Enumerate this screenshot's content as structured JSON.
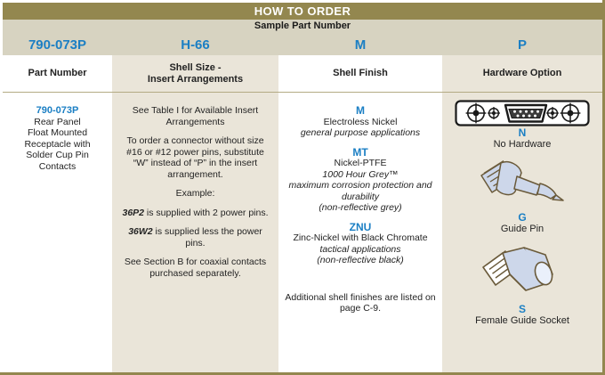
{
  "header": {
    "title": "HOW TO ORDER",
    "sample_label": "Sample Part Number",
    "sample_values": [
      "790-073P",
      "H-66",
      "M",
      "P"
    ],
    "bar_color": "#93874f",
    "band_color": "#d7d3c1",
    "accent_blue": "#1b7fc4"
  },
  "columns": [
    {
      "heading": "Part Number"
    },
    {
      "heading": "Shell Size -\nInsert Arrangements",
      "heading_line1": "Shell Size -",
      "heading_line2": "Insert Arrangements"
    },
    {
      "heading": "Shell Finish"
    },
    {
      "heading": "Hardware Option"
    }
  ],
  "part_number": {
    "code": "790-073P",
    "description_lines": [
      "Rear Panel",
      "Float Mounted",
      "Receptacle with",
      "Solder Cup Pin",
      "Contacts"
    ],
    "description": "Rear Panel Float Mounted Receptacle with Solder Cup Pin Contacts"
  },
  "shell_size": {
    "paragraph_1": "See Table I for Available Insert Arrangements",
    "paragraph_2": "To order a connector without size #16 or #12 power pins, substitute “W” instead of “P” in the insert arrangement.",
    "example_label": "Example:",
    "example_1_code": "36P2",
    "example_1_text": " is supplied with 2 power pins.",
    "example_2_code": "36W2",
    "example_2_text": " is supplied less the power pins.",
    "paragraph_3": "See Section B for coaxial contacts purchased separately."
  },
  "shell_finish": {
    "options": [
      {
        "code": "M",
        "name": "Electroless Nickel",
        "notes": [
          "general purpose applications"
        ]
      },
      {
        "code": "MT",
        "name": "Nickel-PTFE",
        "notes": [
          "1000 Hour Grey™",
          "maximum corrosion protection and durability",
          "(non-reflective grey)"
        ]
      },
      {
        "code": "ZNU",
        "name": "Zinc-Nickel with Black Chromate",
        "notes": [
          "tactical applications",
          "(non-reflective black)"
        ]
      }
    ],
    "footer": "Additional shell finishes are listed on page C-9."
  },
  "hardware_option": {
    "items": [
      {
        "icon": "dsub-connector-flange-icon",
        "code": "N",
        "label": "No Hardware"
      },
      {
        "icon": "guide-pin-icon",
        "code": "G",
        "label": "Guide Pin"
      },
      {
        "icon": "female-guide-socket-icon",
        "code": "S",
        "label": "Female Guide Socket"
      }
    ]
  }
}
